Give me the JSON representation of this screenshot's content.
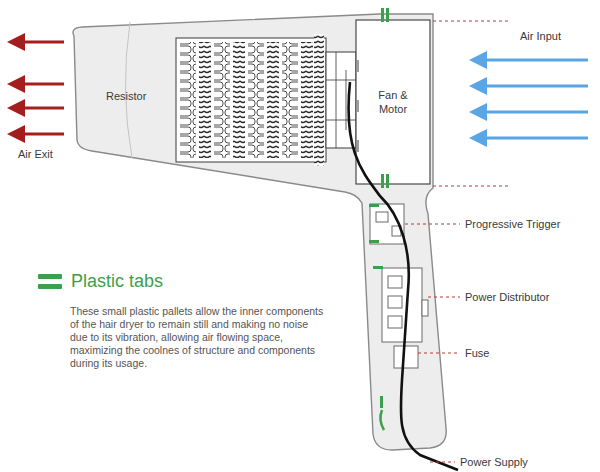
{
  "diagram": {
    "nodes": [
      {
        "text": [
          "Fan & Motor"
        ]
      }
    ],
    "labels": [
      "Air Input",
      "Resistor",
      "Air Exit",
      "Progressive Trigger",
      "Power Distributor",
      "Fuse",
      "Power Supply",
      "These small plastic pallets allow the inner components of the hair dryer to remain still and making no noise due to its vibration, allowing air flowing space, maximizing the coolnes of structure and components during its usage."
    ],
    "legend": [
      {
        "text": "Plastic tabs",
        "color": "#3aa14a"
      }
    ]
  }
}
